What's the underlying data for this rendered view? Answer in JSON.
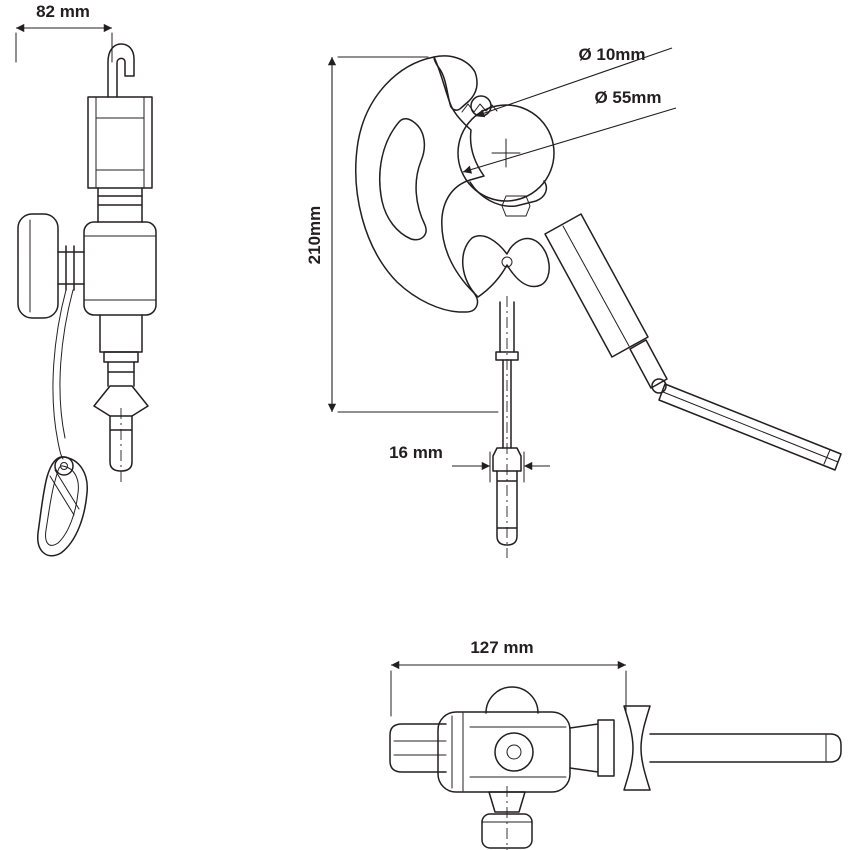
{
  "page": {
    "background_color": "#ffffff",
    "line_color": "#231f20"
  },
  "views": {
    "front": {
      "dim_width": "82 mm"
    },
    "side": {
      "dim_height": "210mm",
      "dim_hole_diameter": "Ø 10mm",
      "dim_tube_diameter": "Ø 55mm",
      "dim_spigot_diameter": "16 mm"
    },
    "top": {
      "dim_width": "127 mm"
    }
  }
}
